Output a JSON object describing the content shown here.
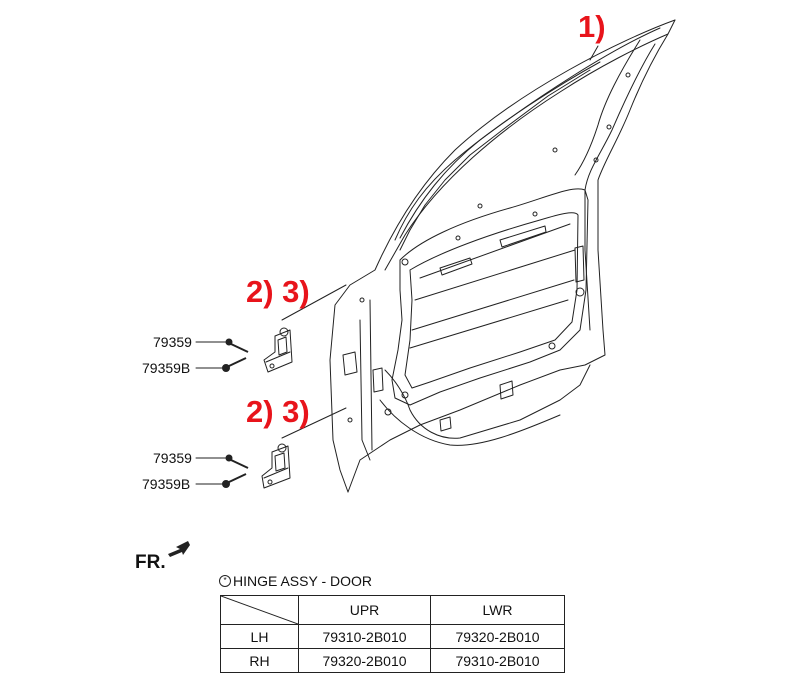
{
  "callouts": {
    "door_panel": "1)",
    "upper_hinge": "2) 3)",
    "lower_hinge": "2) 3)"
  },
  "parts": {
    "upper_bolt": "79359",
    "upper_bolt_b": "79359B",
    "lower_bolt": "79359",
    "lower_bolt_b": "79359B"
  },
  "direction": {
    "label": "FR."
  },
  "note": {
    "symbol": "*",
    "text": "HINGE ASSY - DOOR"
  },
  "hinge_table": {
    "columns": [
      "",
      "UPR",
      "LWR"
    ],
    "rows": [
      {
        "side": "LH",
        "upr": "79310-2B010",
        "lwr": "79320-2B010"
      },
      {
        "side": "RH",
        "upr": "79320-2B010",
        "lwr": "79310-2B010"
      }
    ]
  },
  "colors": {
    "callout": "#e8141b",
    "line": "#222222",
    "background": "#ffffff"
  }
}
